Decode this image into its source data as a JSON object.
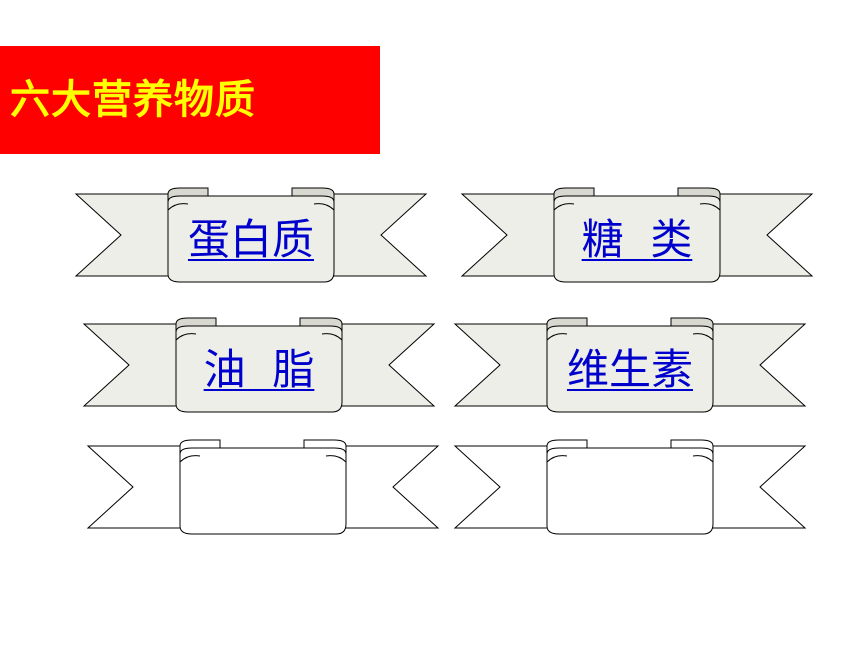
{
  "title": "六大营养物质",
  "colors": {
    "title_bg": "#ff0000",
    "title_text": "#ffff00",
    "link_text": "#0000cc",
    "ribbon_filled": "#eeeee8",
    "ribbon_empty": "#ffffff"
  },
  "banners": [
    {
      "label": "蛋白质",
      "filled": true
    },
    {
      "label": "糖  类",
      "filled": true
    },
    {
      "label": "油  脂",
      "filled": true
    },
    {
      "label": "维生素",
      "filled": true
    },
    {
      "label": "",
      "filled": false
    },
    {
      "label": "",
      "filled": false
    }
  ]
}
